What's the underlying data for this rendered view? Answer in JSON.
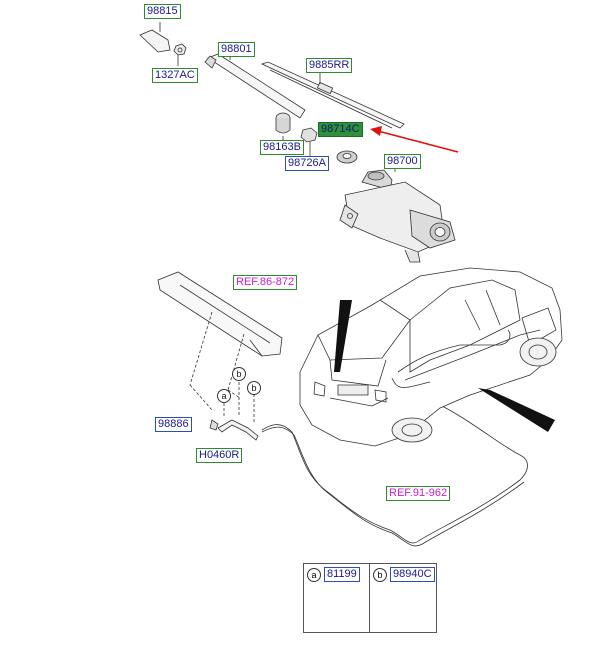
{
  "labels": {
    "p98815": "98815",
    "p1327ac": "1327AC",
    "p98801": "98801",
    "p9885rr": "9885RR",
    "p98714c": "98714C",
    "p98163b": "98163B",
    "p98726a": "98726A",
    "p98700": "98700",
    "ref86872": "REF.86-872",
    "p98886": "98886",
    "h0460r": "H0460R",
    "ref91962": "REF.91-962"
  },
  "callouts": {
    "a": "a",
    "b": "b"
  },
  "legend": {
    "a_letter": "a",
    "a_code": "81199",
    "b_letter": "b",
    "b_code": "98940C"
  },
  "colors": {
    "green_border": "#2e8b2e",
    "blue_border": "#2a4fb8",
    "highlight_fill": "#2f8f3a",
    "ref_text": "#d01ad0",
    "pointer_arrow": "#e01010"
  }
}
